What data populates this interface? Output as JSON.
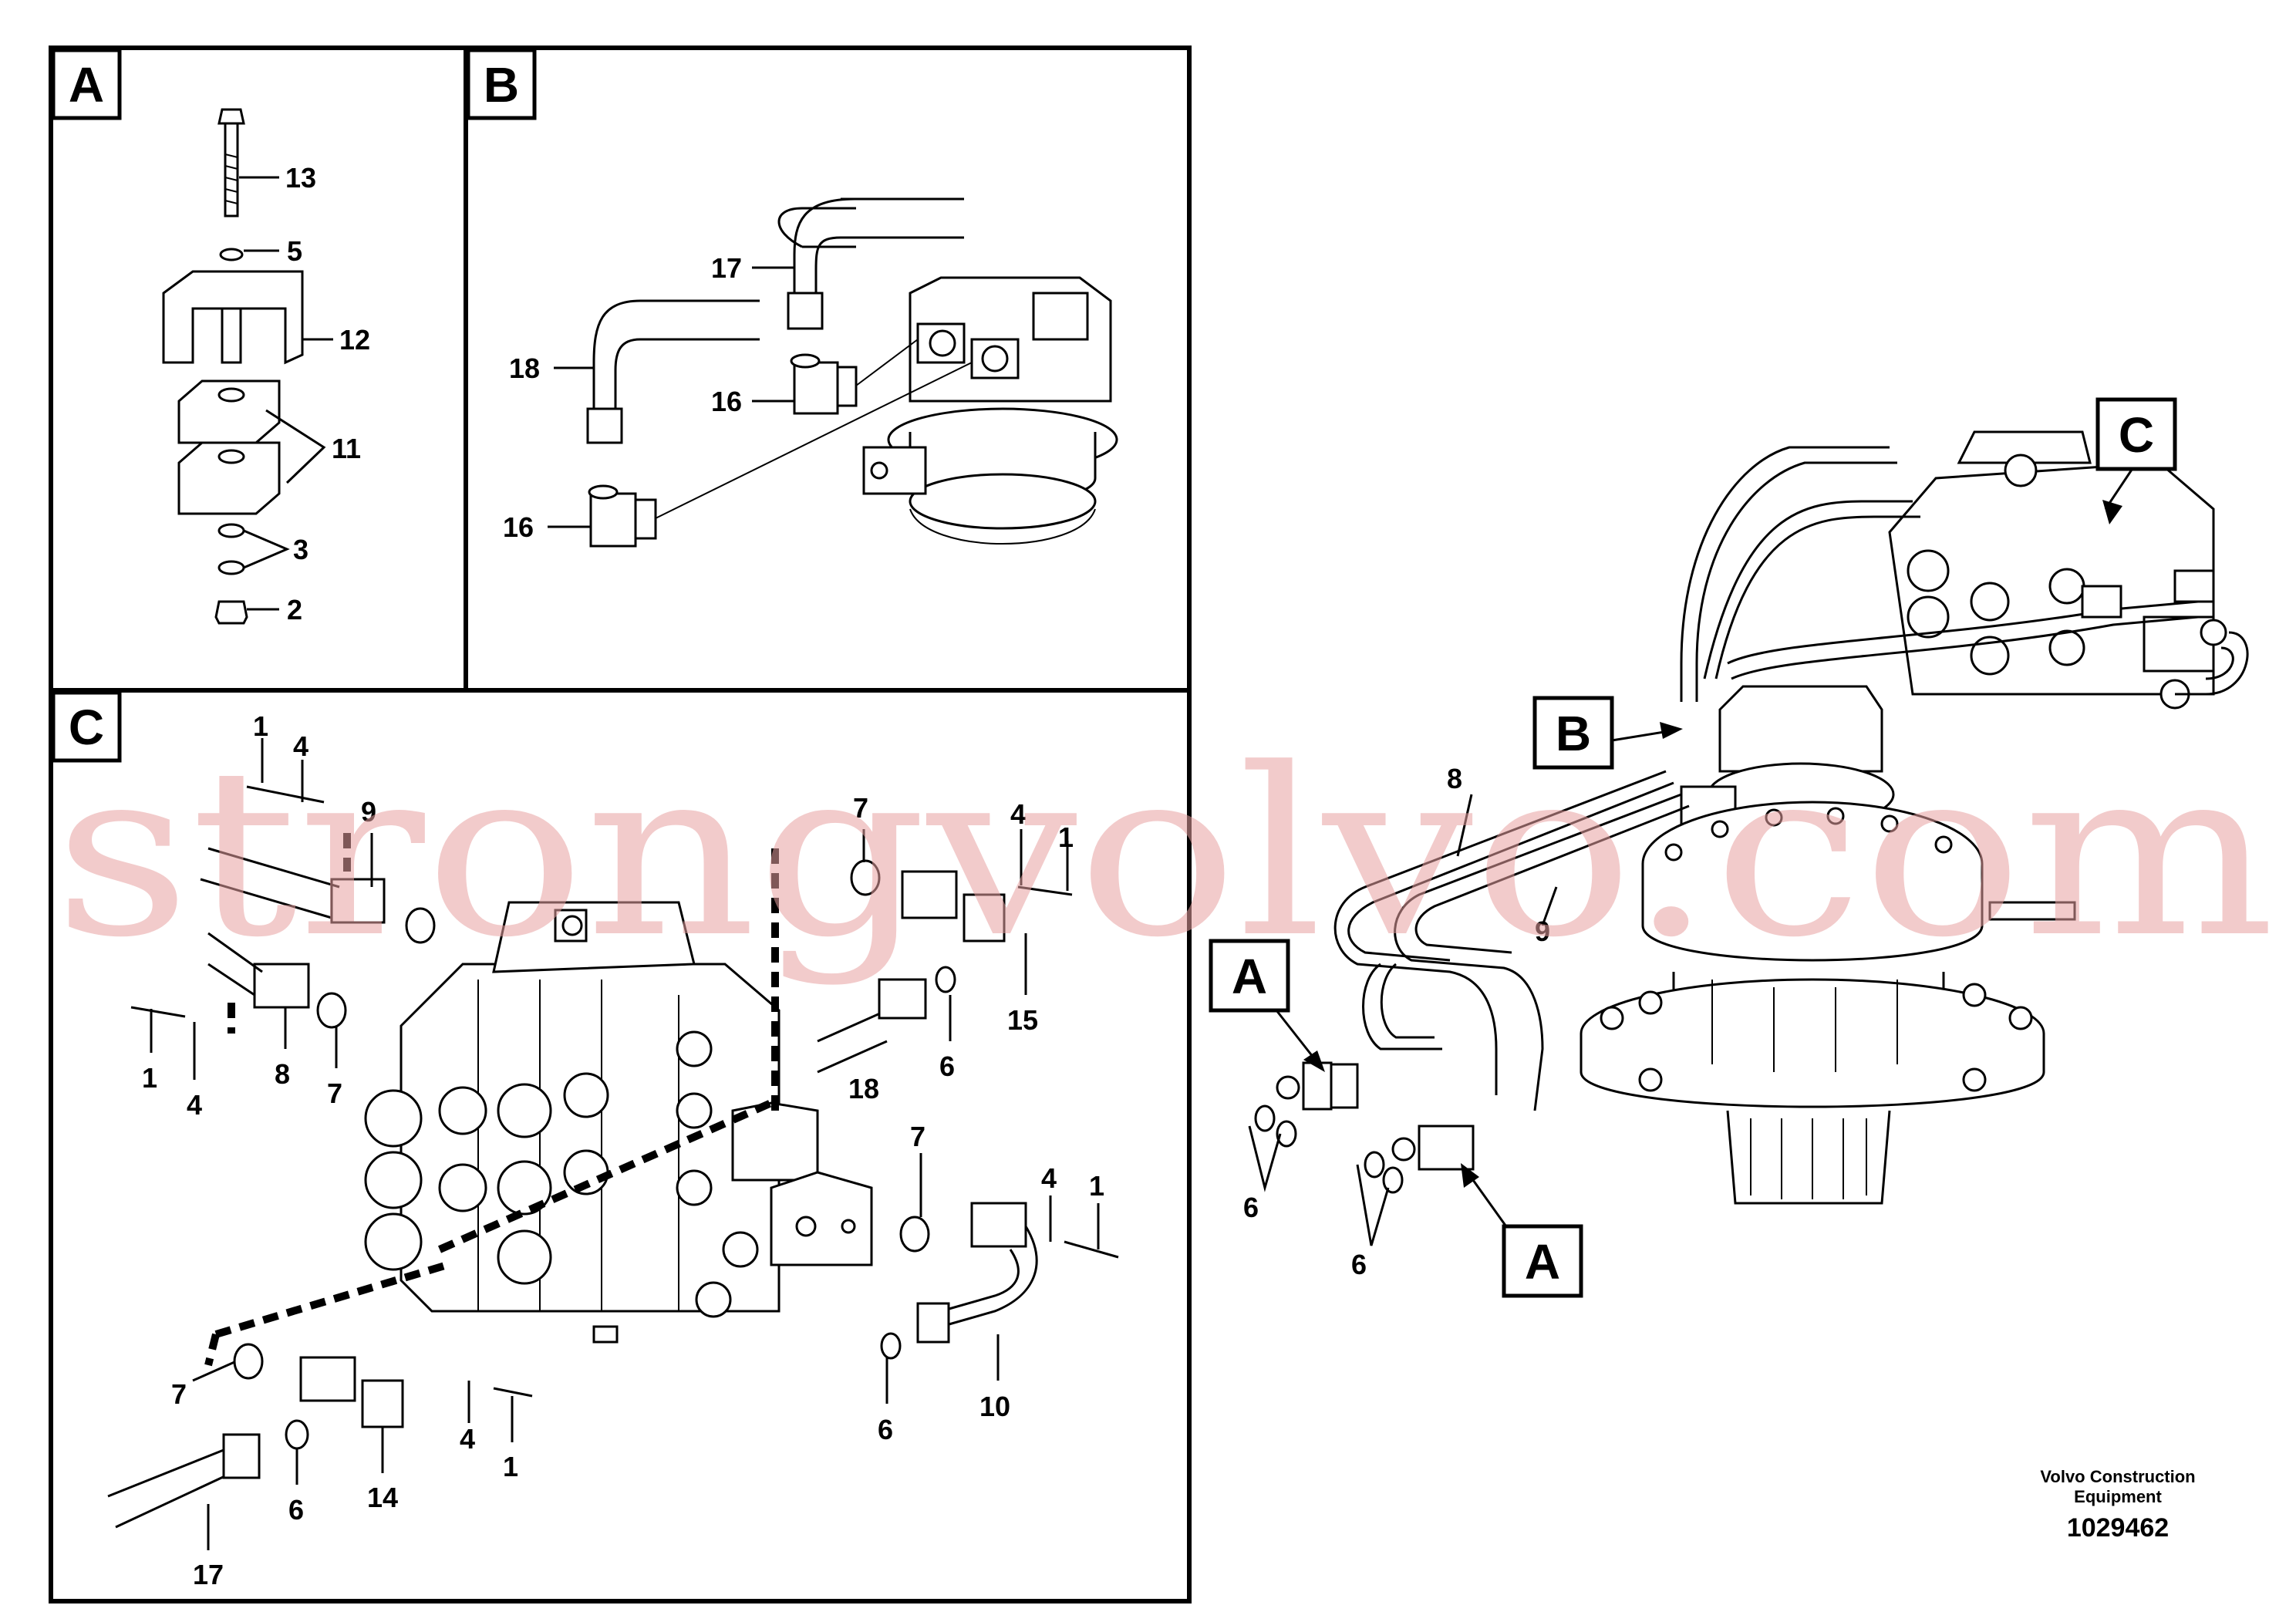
{
  "panels": {
    "a_label": "A",
    "b_label": "B",
    "c_label": "C"
  },
  "panel_a_callouts": [
    "13",
    "5",
    "12",
    "11",
    "3",
    "2"
  ],
  "panel_b_callouts": [
    "17",
    "18",
    "16",
    "16"
  ],
  "panel_c_callouts": [
    "1",
    "4",
    "9",
    "1",
    "4",
    "8",
    "7",
    "7",
    "4",
    "1",
    "6",
    "15",
    "18",
    "7",
    "4",
    "1",
    "10",
    "6",
    "7",
    "4",
    "1",
    "6",
    "14",
    "17"
  ],
  "main_callouts": [
    "8",
    "9",
    "6",
    "6"
  ],
  "main_refs": {
    "c": "C",
    "b": "B",
    "a_top": "A",
    "a_bottom": "A"
  },
  "footer": {
    "company_line1": "Volvo Construction",
    "company_line2": "Equipment",
    "drawing_number": "1029462"
  },
  "watermark": "strongvolvo.com"
}
